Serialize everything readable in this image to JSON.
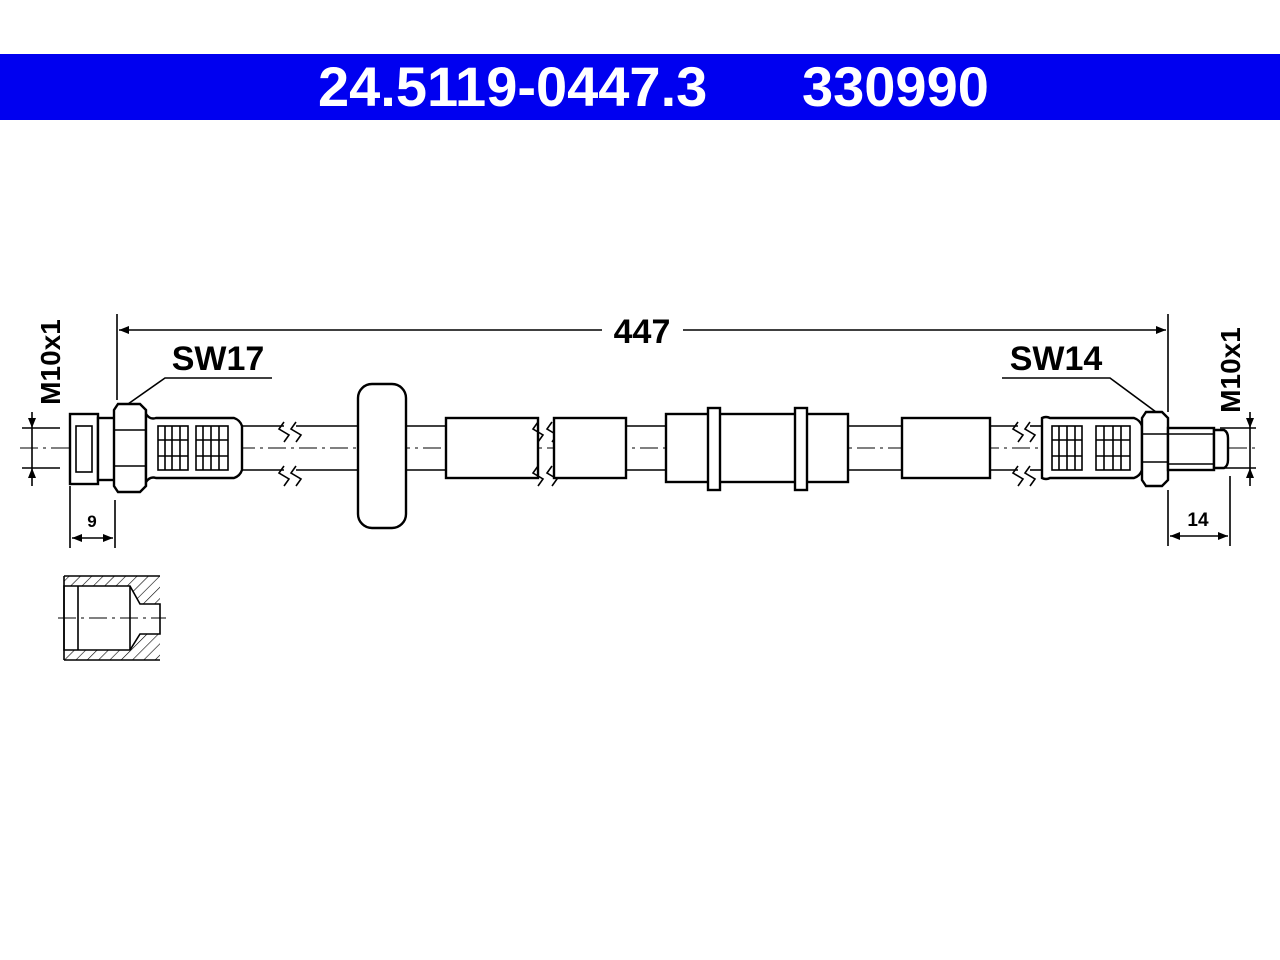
{
  "header": {
    "part_number": "24.5119-0447.3",
    "ref_number": "330990",
    "background": "#0000f0",
    "text_color": "#ffffff"
  },
  "dimensions": {
    "length": "447",
    "left_wrench": "SW17",
    "right_wrench": "SW14",
    "left_thread": "M10x1",
    "right_thread": "M10x1",
    "left_end": "9",
    "right_end": "14"
  }
}
